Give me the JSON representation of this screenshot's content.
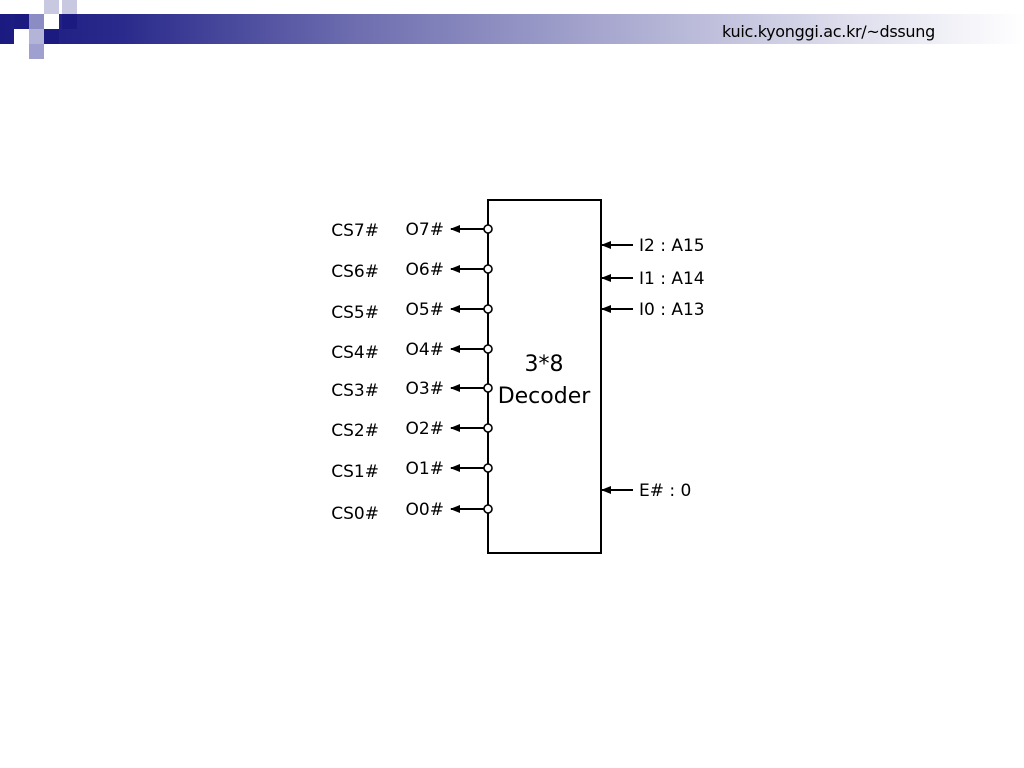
{
  "header": {
    "url": "kuic.kyonggi.ac.kr/~dssung",
    "accent_colors": [
      "#1a1a80",
      "#8c8cc4",
      "#b4b4d8"
    ]
  },
  "decoder": {
    "label_line1": "3*8",
    "label_line2": "Decoder",
    "outputs": [
      {
        "pin": "O7#",
        "cs": "CS7#"
      },
      {
        "pin": "O6#",
        "cs": "CS6#"
      },
      {
        "pin": "O5#",
        "cs": "CS5#"
      },
      {
        "pin": "O4#",
        "cs": "CS4#"
      },
      {
        "pin": "O3#",
        "cs": "CS3#"
      },
      {
        "pin": "O2#",
        "cs": "CS2#"
      },
      {
        "pin": "O1#",
        "cs": "CS1#"
      },
      {
        "pin": "O0#",
        "cs": "CS0#"
      }
    ],
    "inputs": [
      {
        "label": "I2 : A15"
      },
      {
        "label": "I1 : A14"
      },
      {
        "label": "I0 : A13"
      }
    ],
    "enable": {
      "label": "E# : 0"
    }
  }
}
